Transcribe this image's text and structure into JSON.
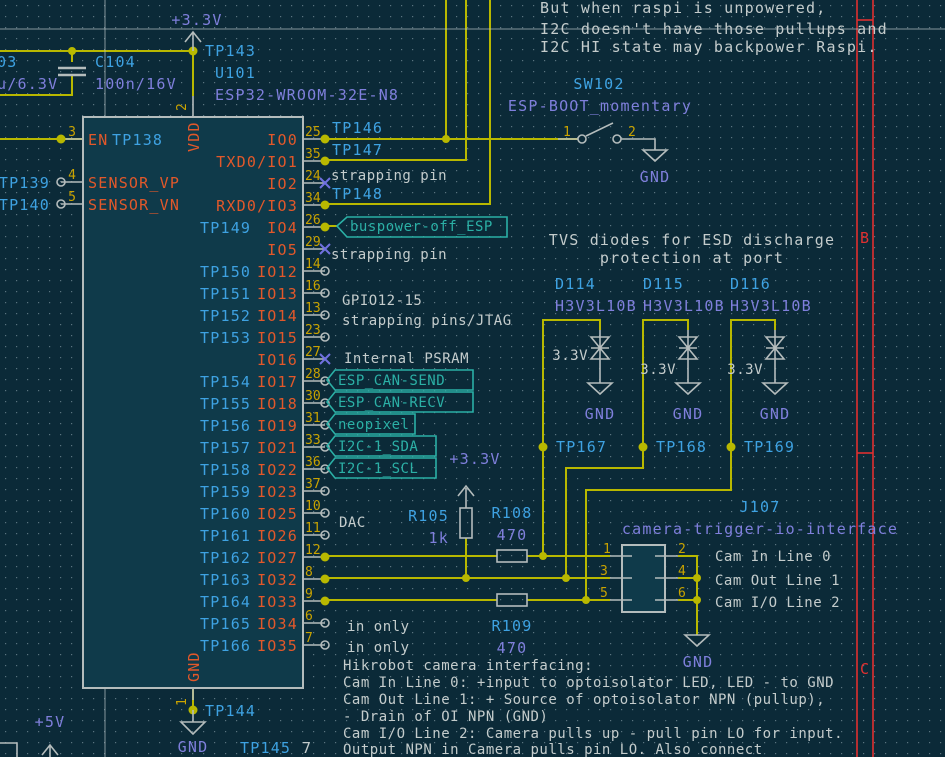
{
  "colors": {
    "background": "#0b2a38",
    "wire": "#b8b800",
    "reference": "#3ea2e2",
    "value": "#7f7fdc",
    "pin_name": "#e2582a",
    "pin_number": "#c9a300",
    "label": "#2bb0a6",
    "note": "#c4cccc",
    "sheet_border": "#e03030"
  },
  "power": {
    "top_3v3": "+3.3V",
    "r105_3v3": "+3.3V",
    "p5v": "+5V",
    "gnd_u101": "GND",
    "gnd_sw": "GND",
    "gnd_j107": "GND"
  },
  "c104": {
    "ref": "C104",
    "value": "100n/16V",
    "left_ref_partial": "03",
    "left_value_partial": "u/6.3V"
  },
  "u101": {
    "ref": "U101",
    "value": "ESP32-WROOM-32E-N8",
    "vdd": "VDD",
    "vdd_pin": "2",
    "gnd": "GND",
    "gnd_pin": "1",
    "tp_vdd": "TP143",
    "tp_gnd": "TP144",
    "left_pins": [
      {
        "num": "3",
        "name": "EN",
        "tp": "TP138",
        "end": "junction"
      },
      {
        "num": "4",
        "name": "SENSOR_VP",
        "tp": "TP139",
        "end": "open"
      },
      {
        "num": "5",
        "name": "SENSOR_VN",
        "tp": "TP140",
        "end": "open"
      }
    ],
    "right_pins": [
      {
        "num": "25",
        "name": "IO0",
        "tp": "",
        "end": "junction"
      },
      {
        "num": "35",
        "name": "TXD0/IO1",
        "tp": "",
        "end": "junction"
      },
      {
        "num": "24",
        "name": "IO2",
        "tp": "",
        "end": "nc"
      },
      {
        "num": "34",
        "name": "RXD0/IO3",
        "tp": "",
        "end": "junction"
      },
      {
        "num": "26",
        "name": "IO4",
        "tp": "TP149",
        "end": "junction"
      },
      {
        "num": "29",
        "name": "IO5",
        "tp": "",
        "end": "nc"
      },
      {
        "num": "14",
        "name": "IO12",
        "tp": "TP150",
        "end": "open"
      },
      {
        "num": "16",
        "name": "IO13",
        "tp": "TP151",
        "end": "open"
      },
      {
        "num": "13",
        "name": "IO14",
        "tp": "TP152",
        "end": "open"
      },
      {
        "num": "23",
        "name": "IO15",
        "tp": "TP153",
        "end": "open"
      },
      {
        "num": "27",
        "name": "IO16",
        "tp": "",
        "end": "nc"
      },
      {
        "num": "28",
        "name": "IO17",
        "tp": "TP154",
        "end": "open"
      },
      {
        "num": "30",
        "name": "IO18",
        "tp": "TP155",
        "end": "open"
      },
      {
        "num": "31",
        "name": "IO19",
        "tp": "TP156",
        "end": "open"
      },
      {
        "num": "33",
        "name": "IO21",
        "tp": "TP157",
        "end": "open"
      },
      {
        "num": "36",
        "name": "IO22",
        "tp": "TP158",
        "end": "open"
      },
      {
        "num": "37",
        "name": "IO23",
        "tp": "TP159",
        "end": "open"
      },
      {
        "num": "10",
        "name": "IO25",
        "tp": "TP160",
        "end": "open"
      },
      {
        "num": "11",
        "name": "IO26",
        "tp": "TP161",
        "end": "open"
      },
      {
        "num": "12",
        "name": "IO27",
        "tp": "TP162",
        "end": "junction"
      },
      {
        "num": "8",
        "name": "IO32",
        "tp": "TP163",
        "end": "junction"
      },
      {
        "num": "9",
        "name": "IO33",
        "tp": "TP164",
        "end": "junction"
      },
      {
        "num": "6",
        "name": "IO34",
        "tp": "TP165",
        "end": "open"
      },
      {
        "num": "7",
        "name": "IO35",
        "tp": "TP166",
        "end": "open"
      }
    ]
  },
  "right_tps": {
    "tp146": "TP146",
    "tp147": "TP147",
    "tp148": "TP148",
    "tp145_partial": "TP145",
    "pin7_partial": "7"
  },
  "labels": {
    "buspower": "buspower-off_ESP",
    "can_send": "ESP_CAN-SEND",
    "can_recv": "ESP_CAN-RECV",
    "neopixel": "neopixel",
    "sda": "I2C-1_SDA",
    "scl": "I2C-1_SCL"
  },
  "notes": {
    "strap1": "strapping pin",
    "strap2": "strapping pin",
    "gpio_a": "GPIO12-15",
    "gpio_b": "strapping pins/JTAG",
    "psram": "Internal PSRAM",
    "dac": "DAC",
    "inonly1": "in only",
    "inonly2": "in only",
    "raspi": [
      "But when raspi is unpowered,",
      "I2C doesn't have those pullups and",
      "I2C HI state may backpower Raspi."
    ],
    "tvs": [
      "TVS diodes for ESD discharge",
      "protection at port"
    ],
    "hikrobot": [
      "Hikrobot camera interfacing:",
      "Cam In Line 0: +input to optoisolator LED, LED - to GND",
      "Cam Out Line 1: + Source of optoisolator NPN (pullup),",
      "- Drain of OI NPN (GND)",
      "Cam I/O Line 2: Camera pulls up - pull pin LO for input.",
      "Output NPN in Camera pulls pin LO. Also connect"
    ]
  },
  "sw102": {
    "ref": "SW102",
    "value": "ESP-BOOT_momentary",
    "pin1": "1",
    "pin2": "2"
  },
  "diodes": [
    {
      "ref": "D114",
      "value": "H3V3L10B",
      "voltage": "3.3V",
      "gnd": "GND",
      "tp": "TP167"
    },
    {
      "ref": "D115",
      "value": "H3V3L10B",
      "voltage": "3.3V",
      "gnd": "GND",
      "tp": "TP168"
    },
    {
      "ref": "D116",
      "value": "H3V3L10B",
      "voltage": "3.3V",
      "gnd": "GND",
      "tp": "TP169"
    }
  ],
  "resistors": {
    "r105_ref": "R105",
    "r105_val": "1k",
    "r108_ref": "R108",
    "r108_val": "470",
    "r109_ref": "R109",
    "r109_val": "470"
  },
  "j107": {
    "ref": "J107",
    "value": "camera-trigger-io-interface",
    "pins": [
      "1",
      "2",
      "3",
      "4",
      "5",
      "6"
    ],
    "lines": [
      "Cam In Line 0",
      "Cam Out Line 1",
      "Cam I/O Line 2"
    ]
  },
  "sheet": {
    "row_b": "B",
    "row_c": "C"
  }
}
